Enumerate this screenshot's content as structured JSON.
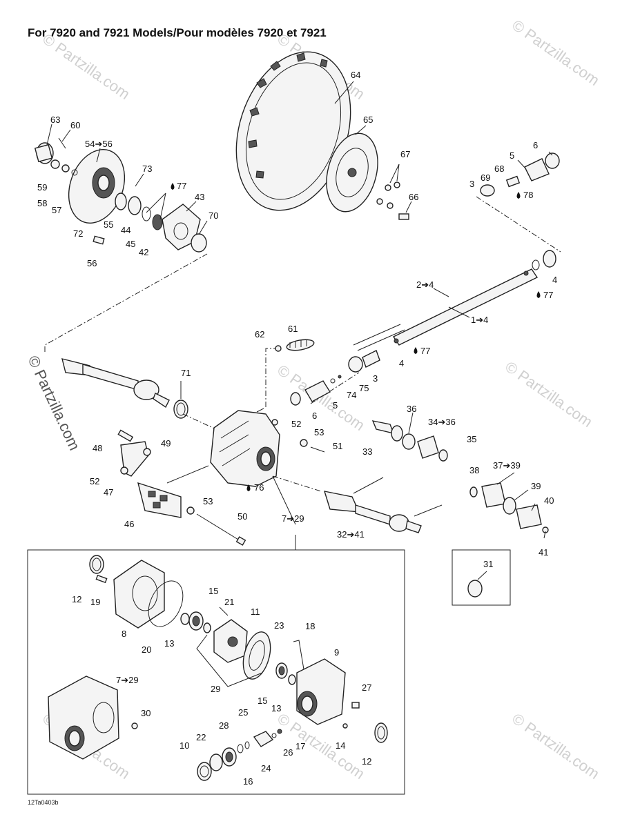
{
  "title": "For 7920 and 7921 Models/Pour modèles 7920 et 7921",
  "drawing_code": "12Ta0403b",
  "watermark": "© Partzilla.com",
  "icons": {
    "drop": "oil-drop-icon",
    "arrow": "range-arrow-icon"
  },
  "labels": {
    "p64": "64",
    "p65": "65",
    "p67": "67",
    "p66": "66",
    "p63": "63",
    "p60": "60",
    "p54_56": "54➔56",
    "p73": "73",
    "p77a": "77",
    "p43": "43",
    "p59": "59",
    "p58": "58",
    "p57": "57",
    "p70": "70",
    "p72": "72",
    "p55": "55",
    "p44": "44",
    "p45": "45",
    "p42": "42",
    "p56": "56",
    "p6a": "6",
    "p5a": "5",
    "p68": "68",
    "p3a": "3",
    "p69": "69",
    "p78": "78",
    "p4a": "4",
    "p2_4": "2➔4",
    "p77b": "77",
    "p1_4": "1➔4",
    "p62": "62",
    "p61": "61",
    "p77c": "77",
    "p4b": "4",
    "p3b": "3",
    "p75": "75",
    "p74": "74",
    "p5b": "5",
    "p6b": "6",
    "p71": "71",
    "p52a": "52",
    "p53a": "53",
    "p51": "51",
    "p48": "48",
    "p49": "49",
    "p36": "36",
    "p34_36": "34➔36",
    "p33": "33",
    "p35": "35",
    "p52b": "52",
    "p47": "47",
    "p76": "76",
    "p46": "46",
    "p53b": "53",
    "p50": "50",
    "p7_29a": "7➔29",
    "p38": "38",
    "p37_39": "37➔39",
    "p39": "39",
    "p40": "40",
    "p32_41": "32➔41",
    "p41": "41",
    "p31": "31",
    "p12a": "12",
    "p19": "19",
    "p15a": "15",
    "p21": "21",
    "p11": "11",
    "p8": "8",
    "p13a": "13",
    "p20": "20",
    "p23": "23",
    "p18": "18",
    "p29": "29",
    "p9": "9",
    "p15b": "15",
    "p13b": "13",
    "p27": "27",
    "p7_29b": "7➔29",
    "p30": "30",
    "p25": "25",
    "p28": "28",
    "p22": "22",
    "p10": "10",
    "p17": "17",
    "p26": "26",
    "p24": "24",
    "p14": "14",
    "p16": "16",
    "p12b": "12"
  }
}
